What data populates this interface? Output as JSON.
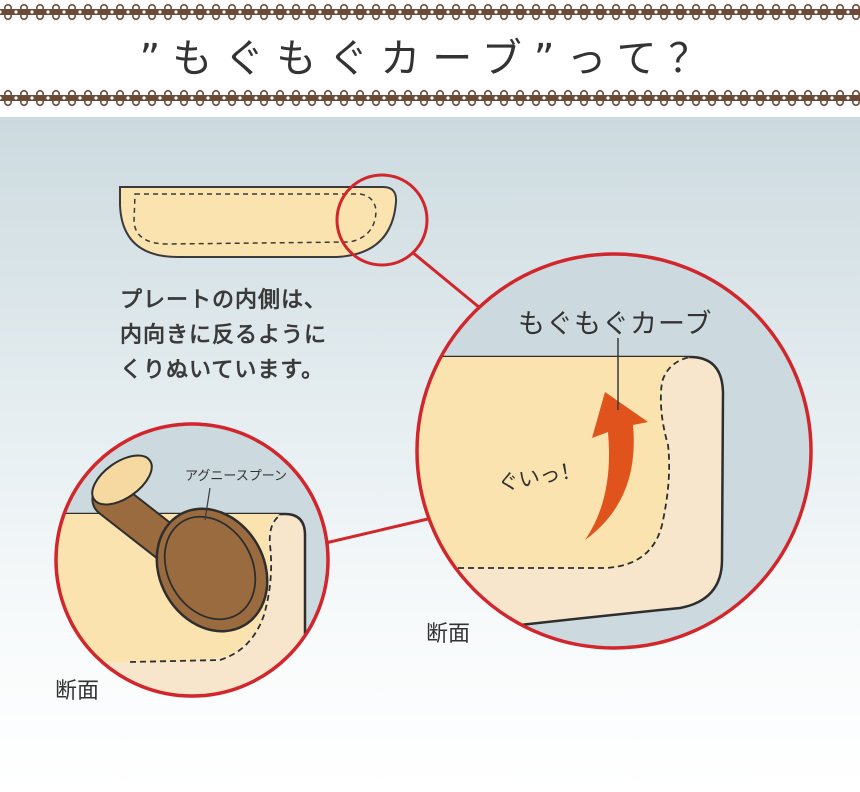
{
  "title": "”もぐもぐカーブ”って？",
  "description": {
    "line1": "プレートの内側は、",
    "line2": "内向きに反るように",
    "line3": "くりぬいています。"
  },
  "labels": {
    "curve": "もぐもぐカーブ",
    "push": "ぐいっ！",
    "spoon": "アグニースプーン",
    "section_right": "断面",
    "section_left": "断面"
  },
  "colors": {
    "plate_fill": "#fbe3b0",
    "plate_rim": "#f8e6cc",
    "circle_border": "#d1262b",
    "arrow": "#e0531c",
    "spoon": "#9a6b3f",
    "spoon_handle_tip": "#f5d9a0",
    "lace": "#6b4a38",
    "background_top": "#ccdadf"
  }
}
